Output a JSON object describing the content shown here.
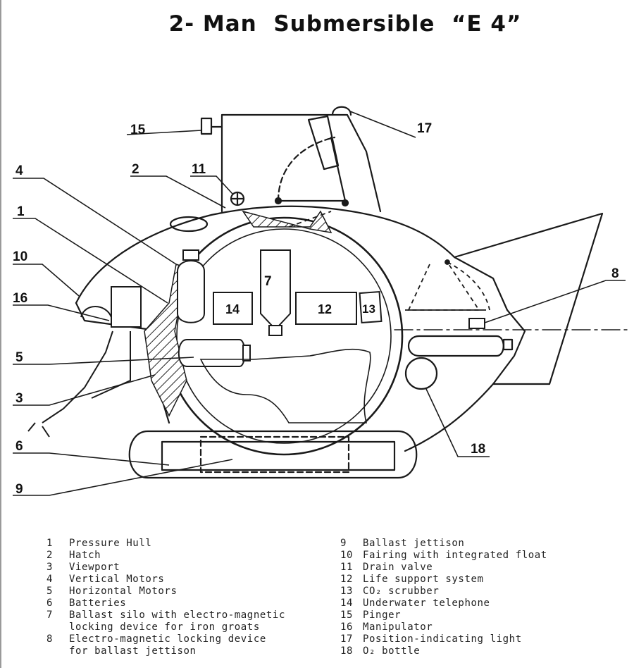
{
  "title": "2- Man  Submersible  “E 4”",
  "callouts": [
    "15",
    "4",
    "2",
    "11",
    "17",
    "1",
    "10",
    "16",
    "5",
    "3",
    "6",
    "9",
    "8",
    "18"
  ],
  "box_labels": {
    "b14": "14",
    "b7": "7",
    "b12": "12",
    "b13": "13"
  },
  "legend_left": [
    {
      "num": "1",
      "text": "Pressure Hull"
    },
    {
      "num": "2",
      "text": "Hatch"
    },
    {
      "num": "3",
      "text": "Viewport"
    },
    {
      "num": "4",
      "text": "Vertical Motors"
    },
    {
      "num": "5",
      "text": "Horizontal Motors"
    },
    {
      "num": "6",
      "text": "Batteries"
    },
    {
      "num": "7",
      "text": "Ballast silo with electro-magnetic"
    },
    {
      "num": "",
      "text": "locking device for iron groats"
    },
    {
      "num": "8",
      "text": "Electro-magnetic locking device"
    },
    {
      "num": "",
      "text": "for ballast jettison"
    }
  ],
  "legend_right": [
    {
      "num": "9",
      "text": "Ballast jettison"
    },
    {
      "num": "10",
      "text": "Fairing with integrated float"
    },
    {
      "num": "11",
      "text": "Drain valve"
    },
    {
      "num": "12",
      "text": "Life support system"
    },
    {
      "num": "13",
      "text": "CO₂ scrubber"
    },
    {
      "num": "14",
      "text": "Underwater telephone"
    },
    {
      "num": "15",
      "text": "Pinger"
    },
    {
      "num": "16",
      "text": "Manipulator"
    },
    {
      "num": "17",
      "text": "Position-indicating light"
    },
    {
      "num": "18",
      "text": "O₂ bottle"
    }
  ]
}
